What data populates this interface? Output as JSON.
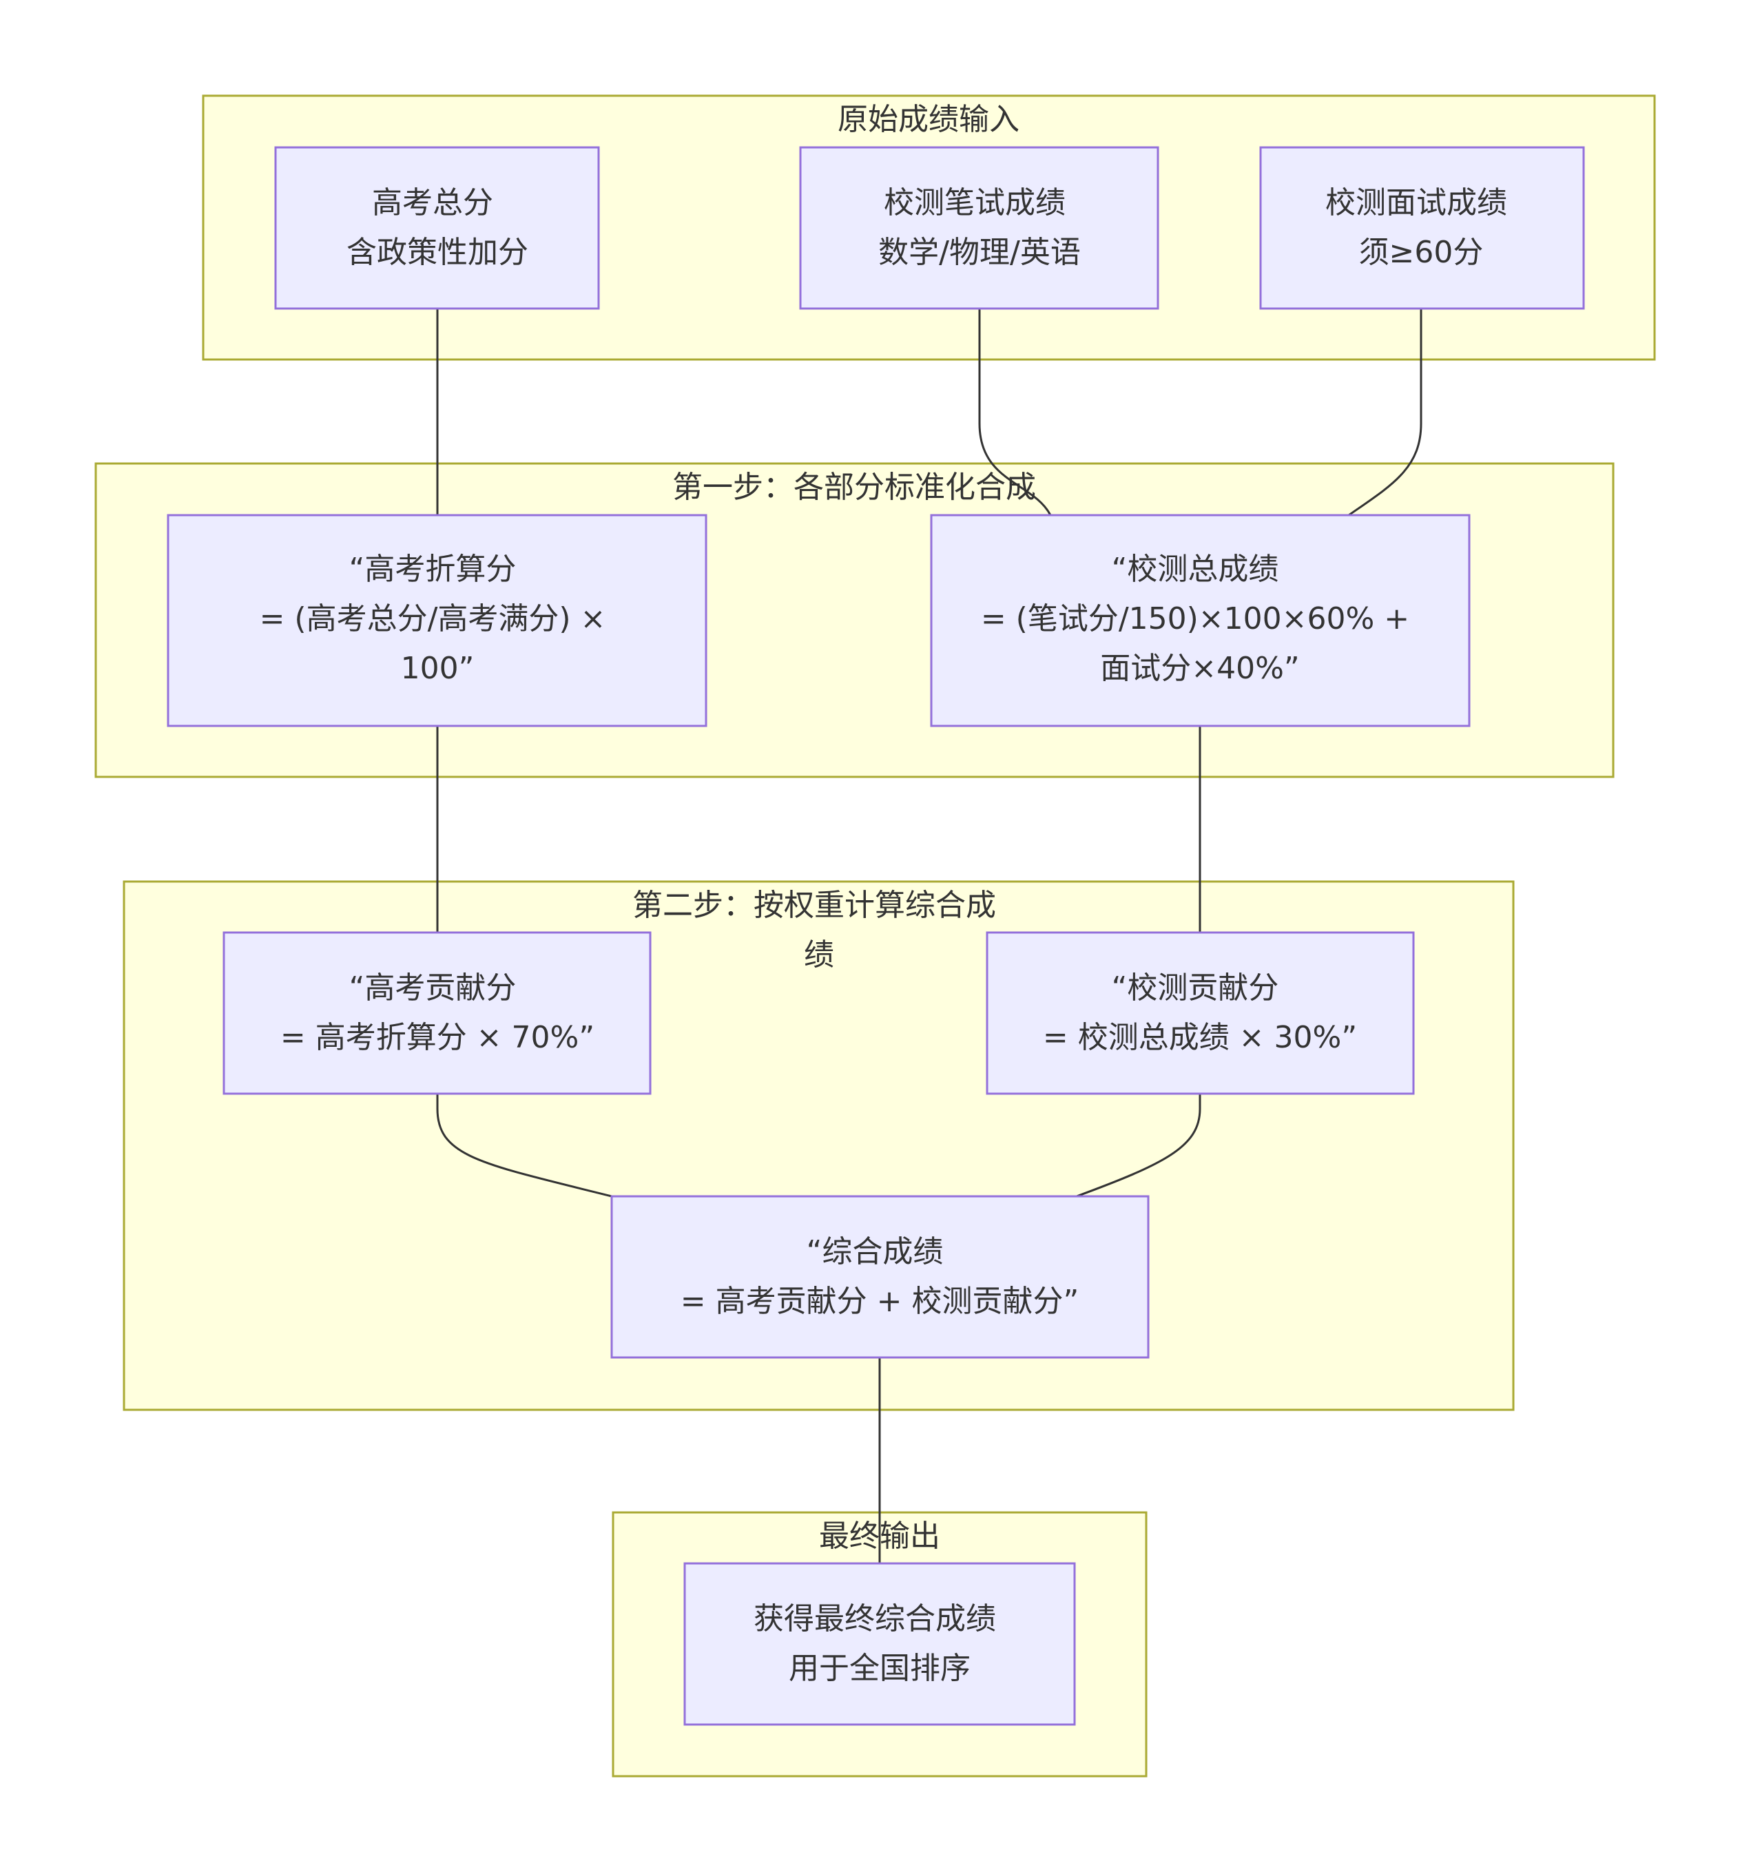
{
  "clusters": {
    "raw_input": {
      "label_lines": [
        "原始成绩输入"
      ]
    },
    "step1": {
      "label_lines": [
        "第一步：各部分标准化合成"
      ]
    },
    "step2": {
      "label_lines": [
        "第二步：按权重计算综合成",
        "绩"
      ]
    },
    "final_output": {
      "label_lines": [
        "最终输出"
      ]
    }
  },
  "nodes": {
    "gaokao_total": {
      "lines": [
        "高考总分",
        "含政策性加分"
      ]
    },
    "written_score": {
      "lines": [
        "校测笔试成绩",
        "数学/物理/英语"
      ]
    },
    "interview_score": {
      "lines": [
        "校测面试成绩",
        "须≥60分"
      ]
    },
    "gaokao_converted": {
      "lines": [
        "“高考折算分",
        "= (高考总分/高考满分) ×",
        "100”"
      ]
    },
    "school_test_total": {
      "lines": [
        "“校测总成绩",
        "= (笔试分/150)×100×60% +",
        "面试分×40%”"
      ]
    },
    "gaokao_contribution": {
      "lines": [
        "“高考贡献分",
        "= 高考折算分 × 70%”"
      ]
    },
    "school_test_contribution": {
      "lines": [
        "“校测贡献分",
        "= 校测总成绩 × 30%”"
      ]
    },
    "composite_score": {
      "lines": [
        "“综合成绩",
        "= 高考贡献分 + 校测贡献分”"
      ]
    },
    "final_score": {
      "lines": [
        "获得最终综合成绩",
        "用于全国排序"
      ]
    }
  },
  "edges": [
    {
      "from": "gaokao_total",
      "to": "gaokao_converted"
    },
    {
      "from": "written_score",
      "to": "school_test_total"
    },
    {
      "from": "interview_score",
      "to": "school_test_total"
    },
    {
      "from": "gaokao_converted",
      "to": "gaokao_contribution"
    },
    {
      "from": "school_test_total",
      "to": "school_test_contribution"
    },
    {
      "from": "gaokao_contribution",
      "to": "composite_score"
    },
    {
      "from": "school_test_contribution",
      "to": "composite_score"
    },
    {
      "from": "composite_score",
      "to": "final_score"
    }
  ],
  "colors": {
    "cluster_fill": "#ffffde",
    "cluster_stroke": "#aaaa33",
    "node_fill": "#ececff",
    "node_stroke": "#9370db",
    "edge": "#333333",
    "text": "#333333"
  }
}
